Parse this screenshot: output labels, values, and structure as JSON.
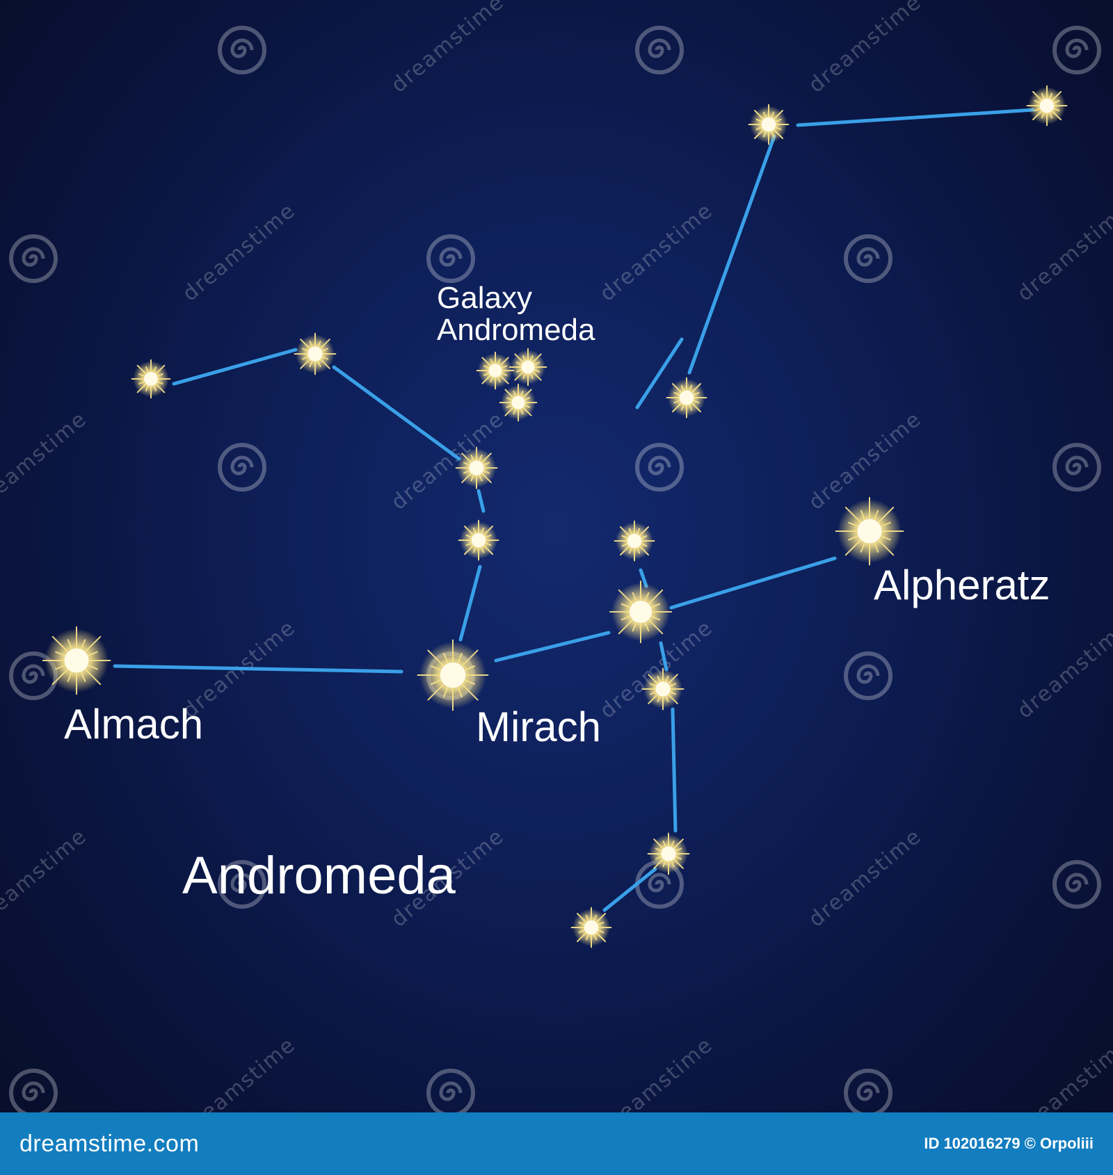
{
  "colors": {
    "background_center": "#13296e",
    "background_edge": "#070d28",
    "line": "#3aa0e8",
    "star_core": "#fffbe6",
    "star_glow": "#f5e08a",
    "footer_bg": "#127dbf",
    "watermark": "#ffffff"
  },
  "labels": {
    "galaxy_line1": "Galaxy",
    "galaxy_line2": "Andromeda",
    "almach": "Almach",
    "mirach": "Mirach",
    "alpheratz": "Alpheratz",
    "constellation": "Andromeda"
  },
  "watermark": {
    "icon": "spiral-logo-icon",
    "text": "dreamstime"
  },
  "footer": {
    "site": "dreamstime.com",
    "credit": "ID 102016279 © Orpoliii"
  }
}
